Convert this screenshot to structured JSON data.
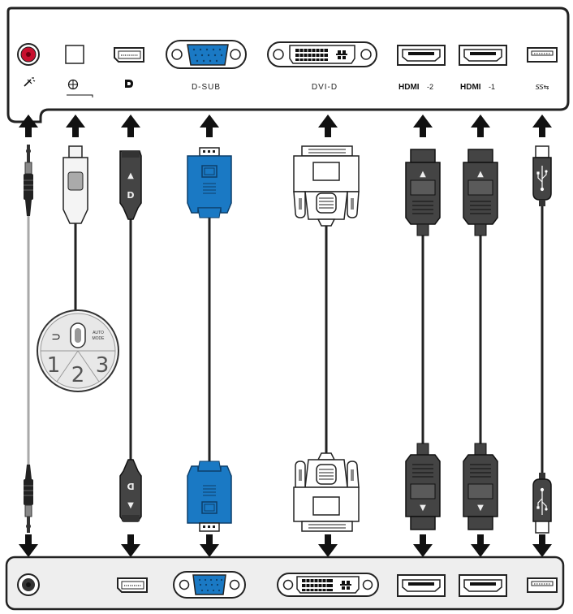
{
  "panel": {
    "port_labels": {
      "dsub": "D-SUB",
      "dvid": "DVI-D",
      "hdmi2": "HDMI",
      "hdmi2_num": "-2",
      "hdmi1": "HDMI",
      "hdmi1_num": "-1",
      "usb": "SS⇆"
    }
  },
  "controller": {
    "buttons": [
      "1",
      "2",
      "3"
    ],
    "auto_mode": [
      "AUTO",
      "MODE"
    ],
    "back_glyph": "⊃"
  },
  "connectors": {
    "dp_mark": "D",
    "up_mark": "▲",
    "down_mark": "▼"
  },
  "colors": {
    "vga_blue": "#1a79c4",
    "audio_red": "#c8102e",
    "frame": "#222222",
    "pc_panel": "#eeeeee"
  }
}
